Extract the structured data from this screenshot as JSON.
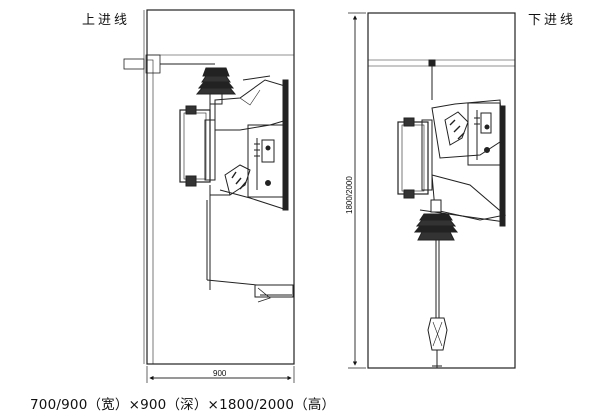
{
  "labels": {
    "top_entry": "上进线",
    "bottom_entry": "下进线",
    "width_dim": "900",
    "height_dim": "1800/2000",
    "caption": "700/900（宽）×900（深）×1800/2000（高）"
  }
}
